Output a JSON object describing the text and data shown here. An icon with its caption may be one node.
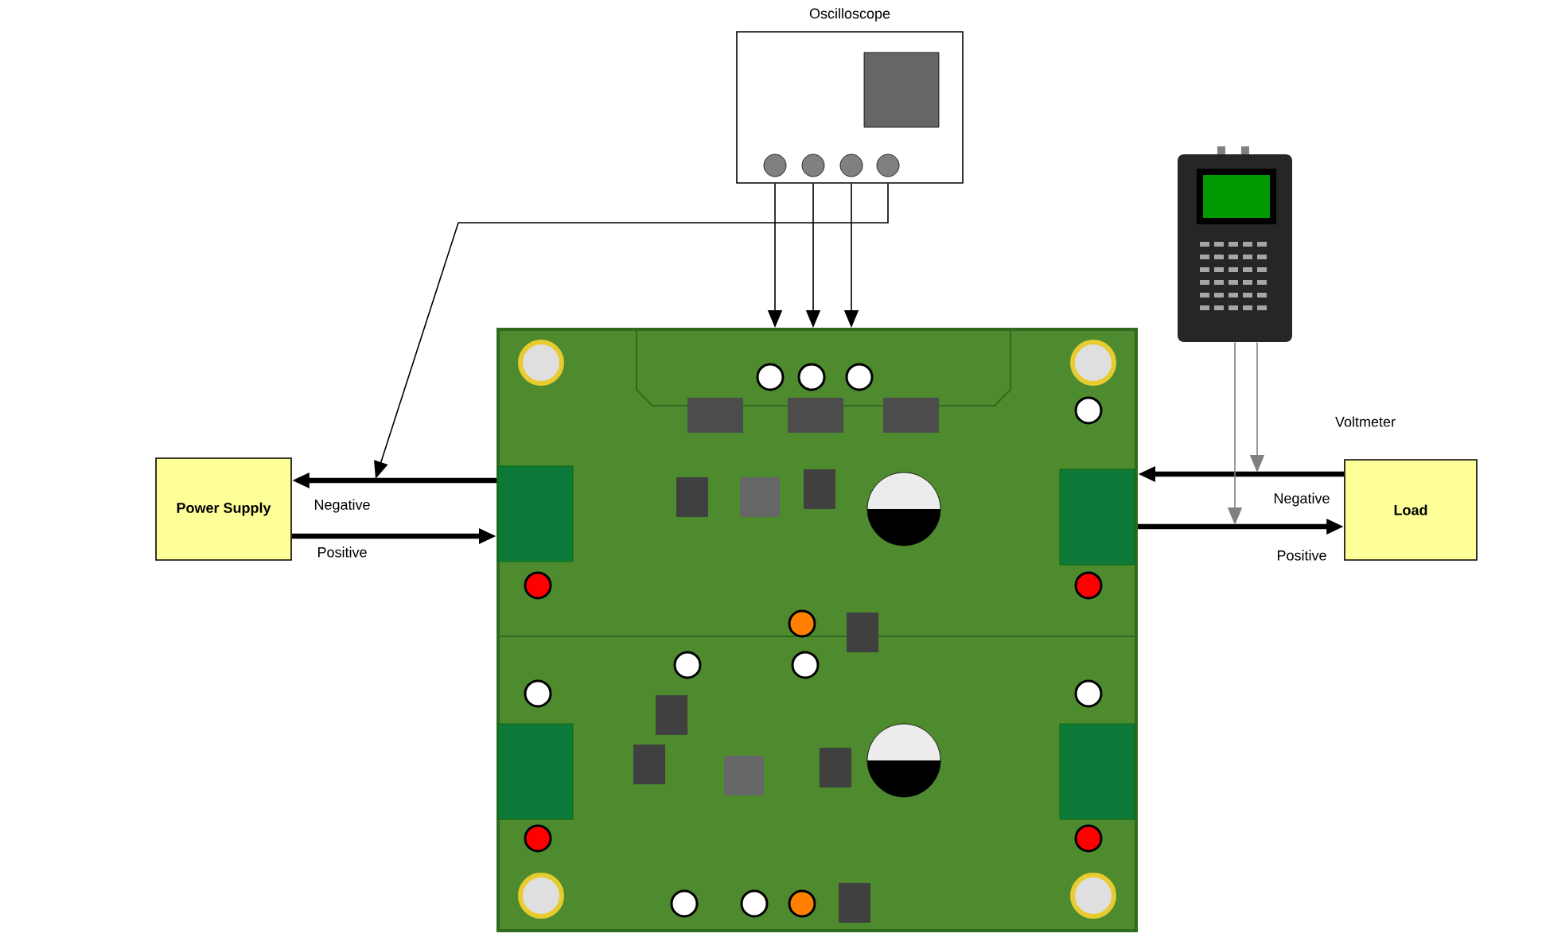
{
  "diagram": {
    "nodes": [
      {
        "text": [
          "Oscilloscope"
        ]
      },
      {
        "text": [],
        "shape": "picture"
      },
      {
        "text": [
          "Power Supply"
        ]
      },
      {
        "text": [],
        "shape": "picture"
      },
      {
        "text": [
          "Load"
        ]
      }
    ],
    "edges": [
      {
        "from": 0,
        "to": 3,
        "arrow": "to"
      },
      {
        "from": 0,
        "to": 3,
        "arrow": "to"
      },
      {
        "from": 0,
        "to": 3,
        "arrow": "to"
      },
      {
        "from": 0,
        "to": null,
        "arrow": "to"
      },
      {
        "from": 3,
        "to": 2,
        "arrow": "to",
        "label": "Negative",
        "style": "thick"
      },
      {
        "from": 2,
        "to": 3,
        "arrow": "to",
        "label": "Positive",
        "style": "thick"
      },
      {
        "from": 4,
        "to": 3,
        "arrow": "to",
        "label": "Negative",
        "style": "thick"
      },
      {
        "from": 3,
        "to": 4,
        "arrow": "to",
        "label": "Positive",
        "style": "thick"
      },
      {
        "from": 1,
        "to": null,
        "arrow": "to",
        "color": "#808080"
      },
      {
        "from": 1,
        "to": null,
        "arrow": "to",
        "color": "#808080"
      }
    ],
    "labels": [
      "Voltmeter"
    ]
  }
}
